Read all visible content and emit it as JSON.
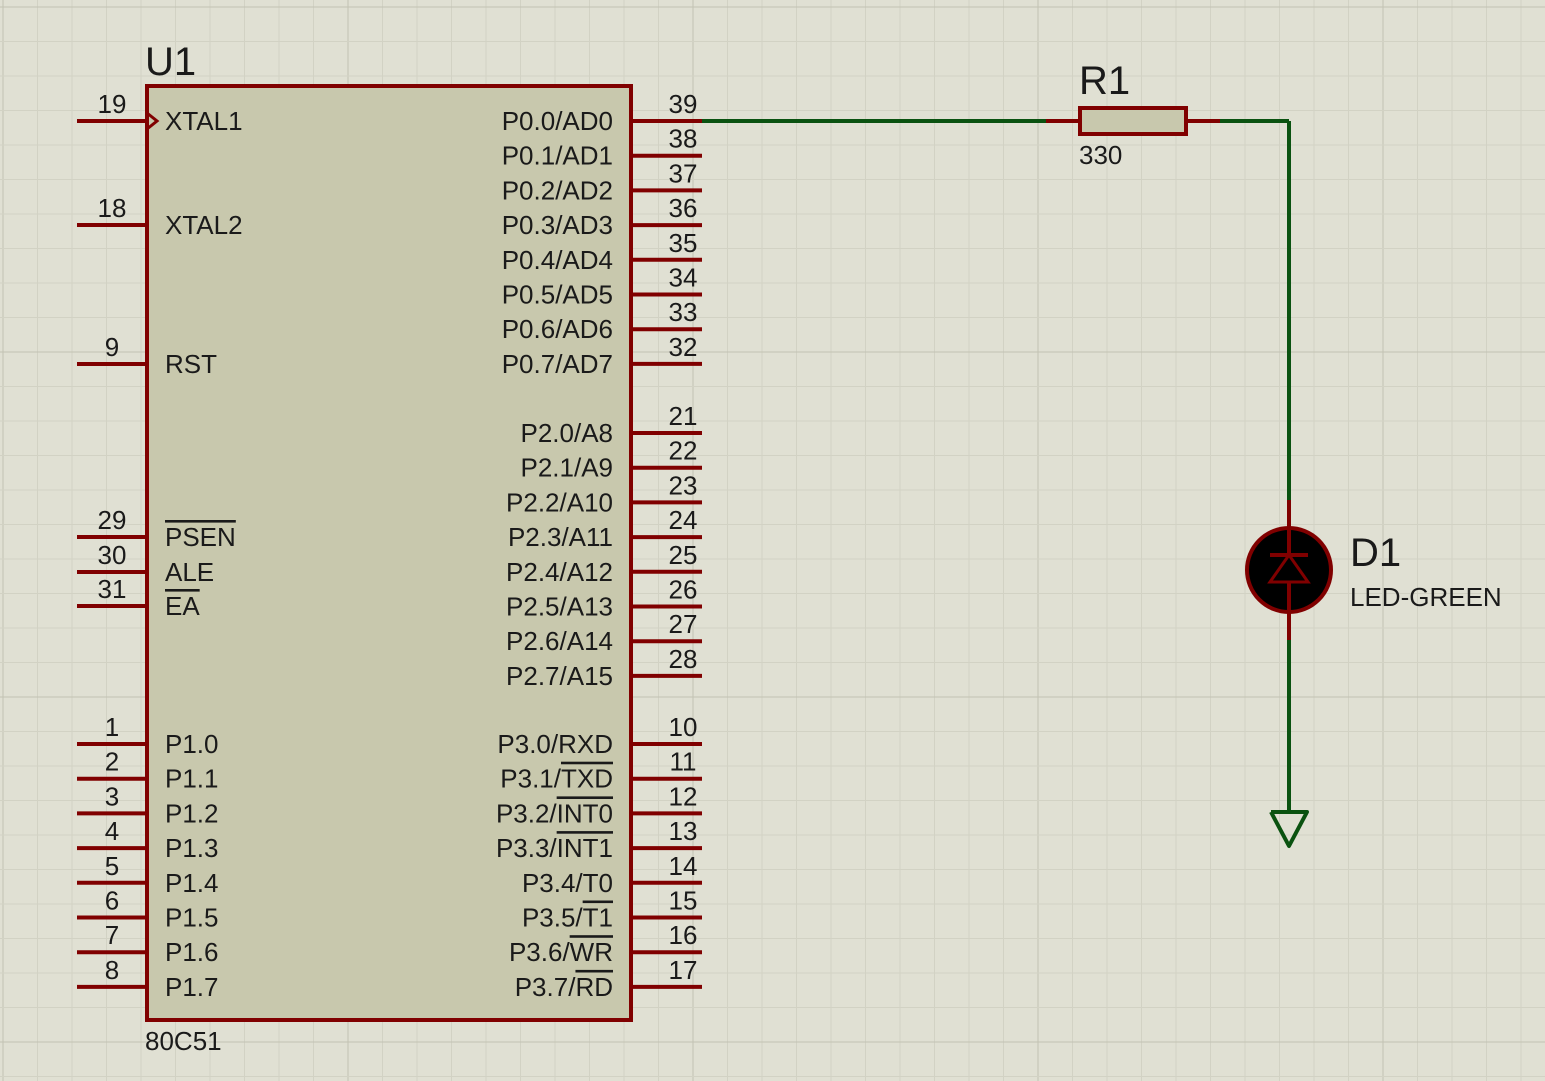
{
  "colors": {
    "background": "#e0e0d3",
    "grid_minor": "#d2d2c4",
    "grid_major": "#c2c2b3",
    "component_outline": "#800000",
    "chip_fill": "#c8c8ad",
    "wire": "#0a5210",
    "led_fill": "#000000",
    "text": "#1a1a1a"
  },
  "u1": {
    "ref": "U1",
    "part": "80C51",
    "left_pins": [
      {
        "num": "19",
        "name": "XTAL1",
        "clock": true
      },
      {
        "num": "18",
        "name": "XTAL2"
      },
      {
        "num": "9",
        "name": "RST"
      },
      {
        "num": "29",
        "name": "PSEN",
        "overline": true
      },
      {
        "num": "30",
        "name": "ALE"
      },
      {
        "num": "31",
        "name": "EA",
        "overline": true
      },
      {
        "num": "1",
        "name": "P1.0"
      },
      {
        "num": "2",
        "name": "P1.1"
      },
      {
        "num": "3",
        "name": "P1.2"
      },
      {
        "num": "4",
        "name": "P1.3"
      },
      {
        "num": "5",
        "name": "P1.4"
      },
      {
        "num": "6",
        "name": "P1.5"
      },
      {
        "num": "7",
        "name": "P1.6"
      },
      {
        "num": "8",
        "name": "P1.7"
      }
    ],
    "right_pins": [
      {
        "num": "39",
        "name": "P0.0/AD0"
      },
      {
        "num": "38",
        "name": "P0.1/AD1"
      },
      {
        "num": "37",
        "name": "P0.2/AD2"
      },
      {
        "num": "36",
        "name": "P0.3/AD3"
      },
      {
        "num": "35",
        "name": "P0.4/AD4"
      },
      {
        "num": "34",
        "name": "P0.5/AD5"
      },
      {
        "num": "33",
        "name": "P0.6/AD6"
      },
      {
        "num": "32",
        "name": "P0.7/AD7"
      },
      {
        "num": "21",
        "name": "P2.0/A8"
      },
      {
        "num": "22",
        "name": "P2.1/A9"
      },
      {
        "num": "23",
        "name": "P2.2/A10"
      },
      {
        "num": "24",
        "name": "P2.3/A11"
      },
      {
        "num": "25",
        "name": "P2.4/A12"
      },
      {
        "num": "26",
        "name": "P2.5/A13"
      },
      {
        "num": "27",
        "name": "P2.6/A14"
      },
      {
        "num": "28",
        "name": "P2.7/A15"
      },
      {
        "num": "10",
        "name": "P3.0/RXD"
      },
      {
        "num": "11",
        "name": "P3.1/TXD",
        "overline_suffix": "TXD"
      },
      {
        "num": "12",
        "name": "P3.2/INT0",
        "overline_suffix": "INT0"
      },
      {
        "num": "13",
        "name": "P3.3/INT1",
        "overline_suffix": "INT1"
      },
      {
        "num": "14",
        "name": "P3.4/T0"
      },
      {
        "num": "15",
        "name": "P3.5/T1",
        "overline_suffix": "T1"
      },
      {
        "num": "16",
        "name": "P3.6/WR",
        "overline_suffix": "WR"
      },
      {
        "num": "17",
        "name": "P3.7/RD",
        "overline_suffix": "RD"
      }
    ]
  },
  "r1": {
    "ref": "R1",
    "value": "330"
  },
  "d1": {
    "ref": "D1",
    "value": "LED-GREEN"
  }
}
